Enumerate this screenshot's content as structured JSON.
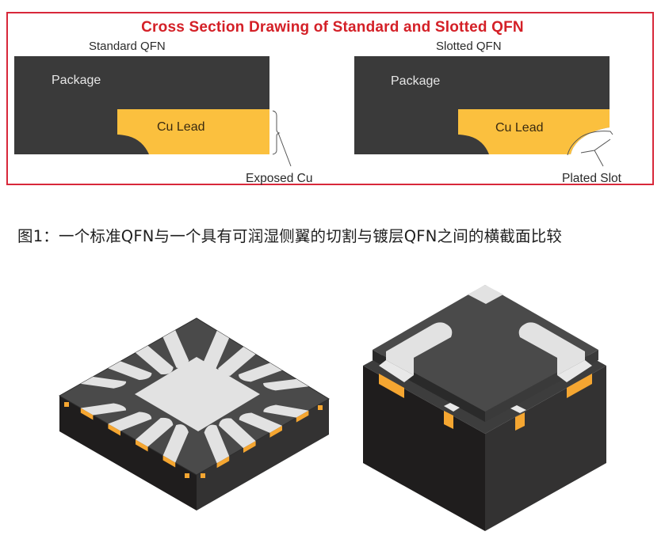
{
  "figure": {
    "title": "Cross Section Drawing of Standard and Slotted QFN",
    "colors": {
      "frame": "#d8283a",
      "title": "#d42027",
      "package": "#3a3a3a",
      "copper_lead": "#fbc03e",
      "label_light": "#e8e8e8",
      "pad": "#e2e2e2",
      "plating": "#f5a631"
    },
    "standard": {
      "heading": "Standard QFN",
      "package_label": "Package",
      "lead_label": "Cu Lead",
      "callout": "Exposed Cu"
    },
    "slotted": {
      "heading": "Slotted QFN",
      "package_label": "Package",
      "lead_label": "Cu Lead",
      "callout": "Plated Slot"
    }
  },
  "caption": "图1：一个标准QFN与一个具有可润湿侧翼的切割与镀层QFN之间的横截面比较",
  "illustrations": [
    {
      "name": "standard-qfn-3d",
      "description": "16-pin QFN package with exposed thermal pad",
      "pins_per_side": 4
    },
    {
      "name": "slotted-qfn-3d",
      "description": "QFN with wettable flank plated slot leads",
      "pins_per_side": 2
    }
  ]
}
